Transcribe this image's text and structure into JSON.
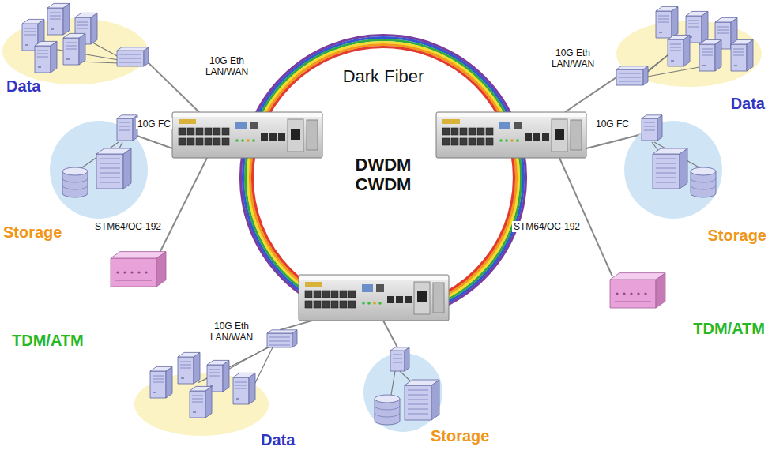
{
  "diagram": {
    "nodes": [
      {
        "text": [
          "Data"
        ]
      },
      {
        "text": [
          "Dark Fiber",
          "DWDM CWDM"
        ]
      },
      {
        "text": [
          "Data"
        ]
      },
      {
        "text": [
          "Storage"
        ]
      },
      {
        "text": [
          "Storage"
        ]
      },
      {
        "text": [
          "TDM/ATM"
        ]
      },
      {
        "text": [
          "TDM/ATM"
        ]
      },
      {
        "text": [
          "Data"
        ]
      },
      {
        "text": [
          "Storage"
        ]
      }
    ],
    "edges": [
      {
        "from": 0,
        "to": 1,
        "arrow": "none",
        "label": "10G Eth LAN/WAN"
      },
      {
        "from": 3,
        "to": 1,
        "arrow": "none",
        "label": "10G FC"
      },
      {
        "from": 5,
        "to": 1,
        "arrow": "none",
        "label": "STM64/OC-192"
      },
      {
        "from": 2,
        "to": 1,
        "arrow": "none",
        "label": "10G Eth LAN/WAN"
      },
      {
        "from": 4,
        "to": 1,
        "arrow": "none",
        "label": "10G FC"
      },
      {
        "from": 6,
        "to": 1,
        "arrow": "none",
        "label": "STM64/OC-192"
      },
      {
        "from": 7,
        "to": 1,
        "arrow": "none",
        "label": "10G Eth LAN/WAN"
      },
      {
        "from": 8,
        "to": 1,
        "arrow": "none"
      }
    ]
  }
}
